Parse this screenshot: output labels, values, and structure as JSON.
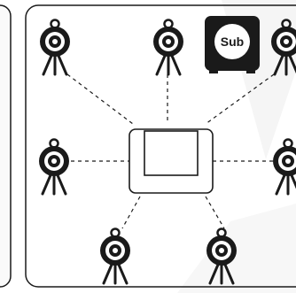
{
  "diagram": {
    "subwoofer": {
      "label": "Sub",
      "icon": "subwoofer-icon"
    },
    "hub": {
      "icon": "receiver-icon"
    },
    "speakers": [
      {
        "id": "front-left",
        "icon": "speaker-icon"
      },
      {
        "id": "front-center",
        "icon": "speaker-icon"
      },
      {
        "id": "front-right",
        "icon": "speaker-icon"
      },
      {
        "id": "side-left",
        "icon": "speaker-icon"
      },
      {
        "id": "side-right",
        "icon": "speaker-icon"
      },
      {
        "id": "rear-left",
        "icon": "speaker-icon"
      },
      {
        "id": "rear-right",
        "icon": "speaker-icon"
      }
    ],
    "colors": {
      "ink": "#1a1a1a",
      "background": "#ffffff",
      "panel_bg": "#f4f4f4"
    }
  }
}
